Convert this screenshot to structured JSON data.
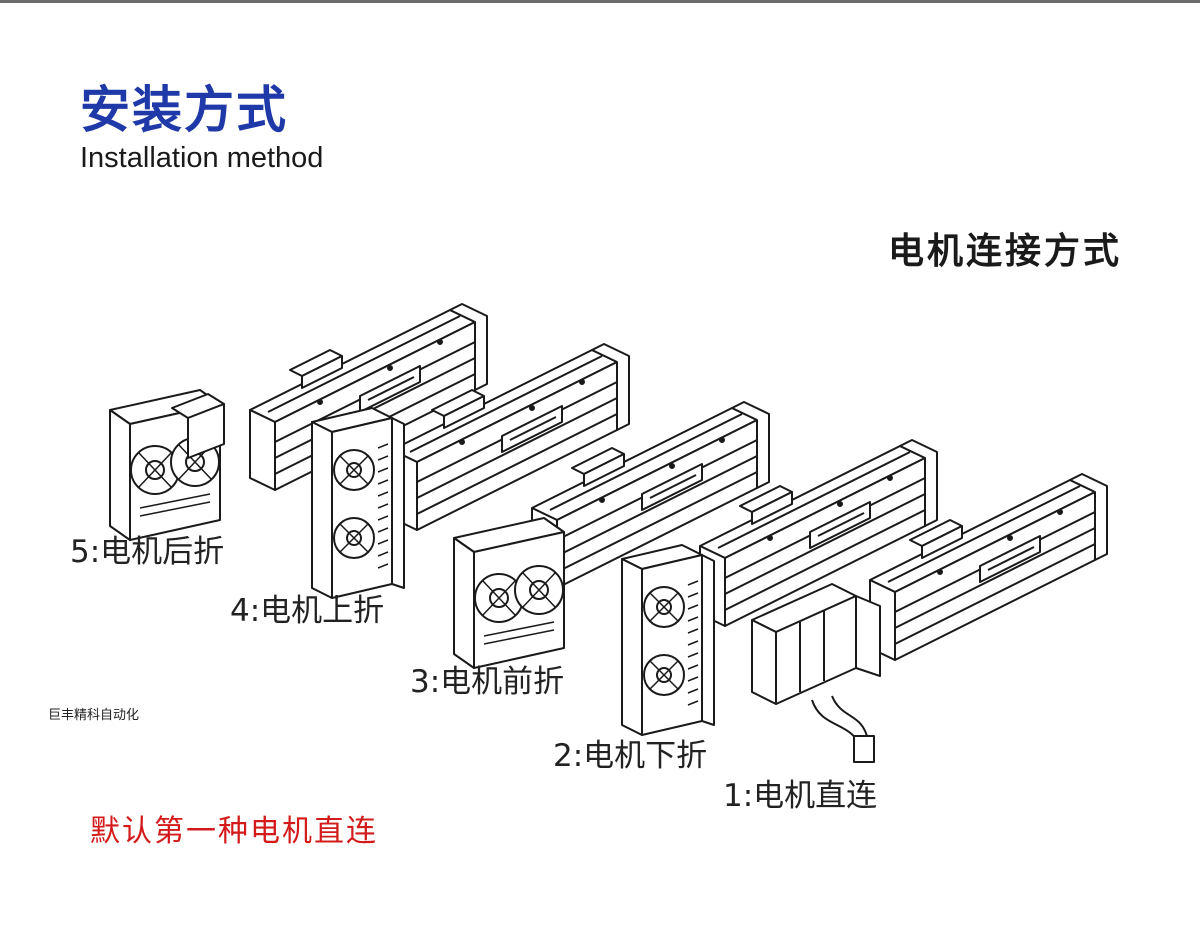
{
  "title": {
    "cn": "安装方式",
    "en": "Installation method"
  },
  "section_heading": "电机连接方式",
  "options": [
    {
      "label": "5:电机后折"
    },
    {
      "label": "4:电机上折"
    },
    {
      "label": "3:电机前折"
    },
    {
      "label": "2:电机下折"
    },
    {
      "label": "1:电机直连"
    }
  ],
  "company": "巨丰精科自动化",
  "note": "默认第一种电机直连",
  "colors": {
    "title": "#1f3aa8",
    "note": "#d41b1b",
    "line": "#1a1a1a"
  }
}
